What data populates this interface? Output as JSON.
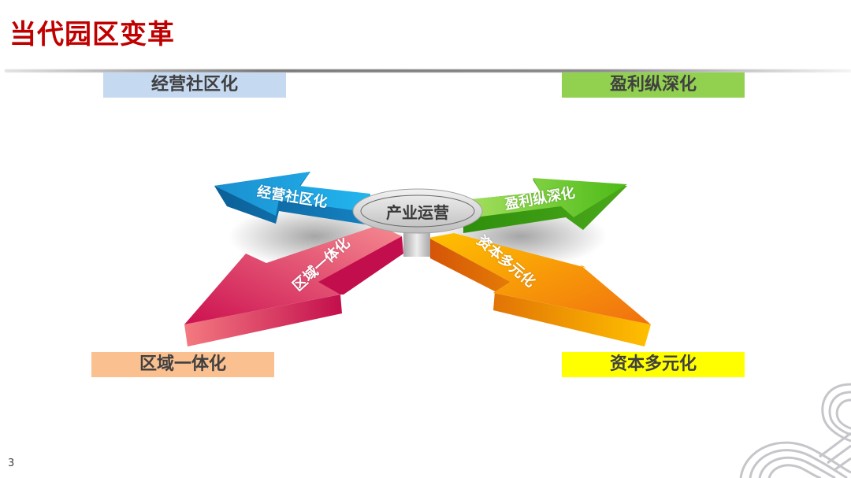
{
  "slide": {
    "title": "当代园区变革",
    "page_number": "3",
    "colors": {
      "title": "#c00000",
      "label_top_left_bg": "#c5d9f1",
      "label_top_right_bg": "#92d050",
      "label_bottom_left_bg": "#fac090",
      "label_bottom_right_bg": "#ffff00",
      "label_text": "#404040"
    }
  },
  "labels": {
    "top_left": "经营社区化",
    "top_right": "盈利纵深化",
    "bottom_left": "区域一体化",
    "bottom_right": "资本多元化"
  },
  "diagram": {
    "hub": {
      "label": "产业运营"
    },
    "arrows": [
      {
        "direction": "up-left",
        "label": "经营社区化",
        "color": "#1aa3e0"
      },
      {
        "direction": "up-right",
        "label": "盈利纵深化",
        "color": "#4cbb17"
      },
      {
        "direction": "down-left",
        "label": "区域一体化",
        "color": "#d4145a"
      },
      {
        "direction": "down-right",
        "label": "资本多元化",
        "color": "#f47b10"
      }
    ]
  }
}
